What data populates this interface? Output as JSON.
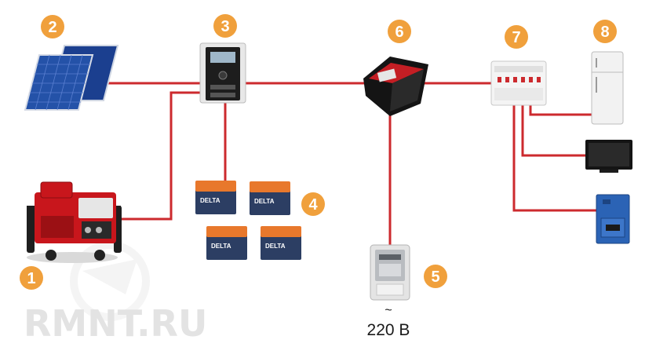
{
  "colors": {
    "wire": "#cc2a2e",
    "badge": "#f0a03c",
    "battery": "#e8782c",
    "generator": "#c8161c",
    "inverter": "#c41e24",
    "boiler": "#2b63b5"
  },
  "badges": {
    "generator": "1",
    "solar_panels": "2",
    "charge_controller": "3",
    "batteries": "4",
    "meter": "5",
    "inverter": "6",
    "distribution_box": "7",
    "refrigerator": "8"
  },
  "grid": {
    "tilde": "~",
    "voltage": "220 В"
  },
  "watermark": "RMNT.RU",
  "battery_brand": "DELTA",
  "icons": [
    "generator-icon",
    "solar-panel-icon",
    "charge-controller-icon",
    "battery-icon",
    "electric-meter-icon",
    "inverter-icon",
    "distribution-box-icon",
    "refrigerator-icon",
    "tv-icon",
    "boiler-icon"
  ]
}
